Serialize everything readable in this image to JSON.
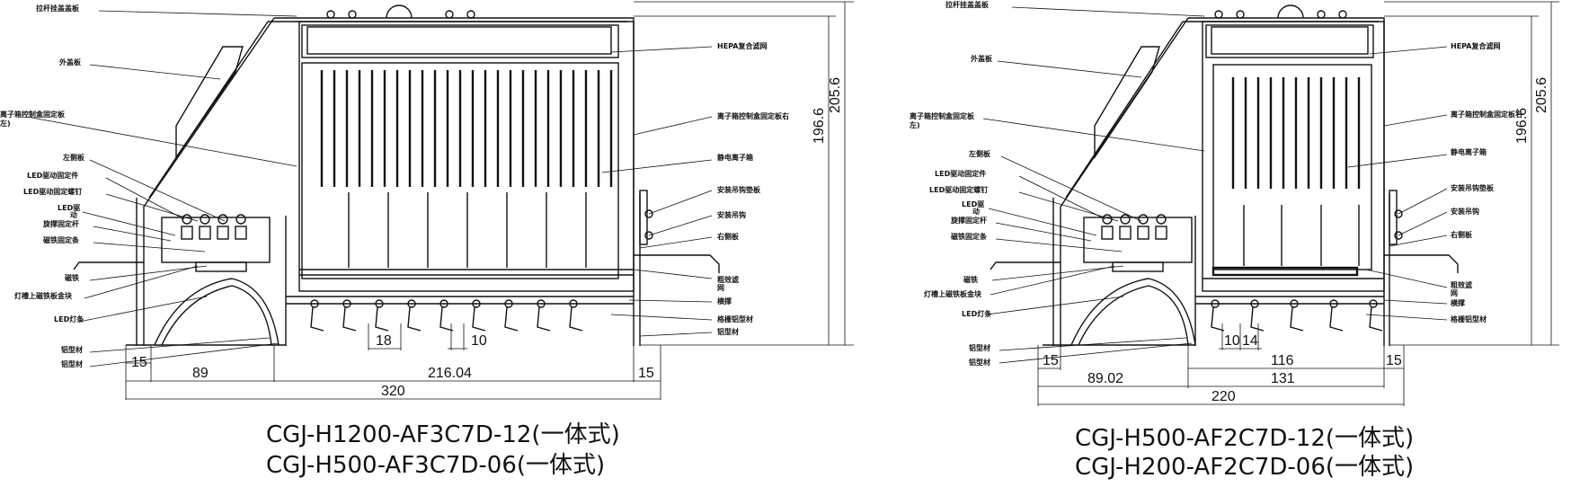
{
  "left": {
    "labels": {
      "top_cover": "拉杆挂盖盖板",
      "outer_cover": "外盖板",
      "ion_box_fix": "离子箱控制盒固定板",
      "ion_box_fix2": "左)",
      "left_plate": "左侧板",
      "led_driver_fix": "LED驱动固定件",
      "led_driver_screw": "LED驱动固定螺钉",
      "led_driver": "LED驱",
      "led_driver2": "动",
      "knob_fix": "旋撑固定杆",
      "magnet_strip": "磁铁固定条",
      "magnet": "磁铁",
      "lamp_slot": "灯槽上磁铁板金块",
      "led_strip": "LED灯条",
      "profile1": "铝型材",
      "profile2": "铝型材",
      "hepa": "HEPA复合滤网",
      "ion_box_fix_r": "离子箱控制盒固定板右",
      "ion_box": "静电离子箱",
      "hanger_plate": "安装吊钩垫板",
      "hanger": "安装吊钩",
      "right_plate": "右侧板",
      "coarse_filter": "粗效滤",
      "coarse_filter2": "网",
      "brace": "横撑",
      "grille": "格栅铝型材",
      "profile3": "铝型材"
    },
    "dims": {
      "height_outer": "205.6",
      "height_inner": "196.6",
      "d15a": "15",
      "d89": "89",
      "d216": "216.04",
      "d15b": "15",
      "d320": "320",
      "d18": "18",
      "d10": "10"
    },
    "models": [
      "CGJ-H1200-AF3C7D-12(一体式)",
      "CGJ-H500-AF3C7D-06(一体式)"
    ]
  },
  "right": {
    "labels": {
      "top_cover": "拉杆挂盖盖板",
      "outer_cover": "外盖板",
      "ion_box_fix": "离子箱控制盒固定板",
      "ion_box_fix2": "左)",
      "left_plate": "左侧板",
      "led_driver_fix": "LED驱动固定件",
      "led_driver_screw": "LED驱动固定螺钉",
      "led_driver": "LED驱",
      "led_driver2": "动",
      "knob_fix": "旋撑固定杆",
      "magnet_strip": "磁铁固定条",
      "magnet": "磁铁",
      "lamp_slot": "灯槽上磁铁板金块",
      "led_strip": "LED灯条",
      "profile1": "铝型材",
      "profile2": "铝型材",
      "hepa": "HEPA复合滤网",
      "ion_box_fix_r": "离子箱控制盒固定板右",
      "ion_box": "静电离子箱",
      "hanger_plate": "安装吊钩垫板",
      "hanger": "安装吊钩",
      "right_plate": "右侧板",
      "coarse_filter": "粗效滤",
      "coarse_filter2": "网",
      "brace": "横撑",
      "grille": "格栅铝型材"
    },
    "dims": {
      "height_outer": "205.6",
      "height_inner": "196.6",
      "d15a": "15",
      "d89": "89.02",
      "d116": "116",
      "d131": "131",
      "d15b": "15",
      "d220": "220",
      "d10": "10",
      "d14": "14"
    },
    "models": [
      "CGJ-H500-AF2C7D-12(一体式)",
      "CGJ-H200-AF2C7D-06(一体式)"
    ]
  }
}
